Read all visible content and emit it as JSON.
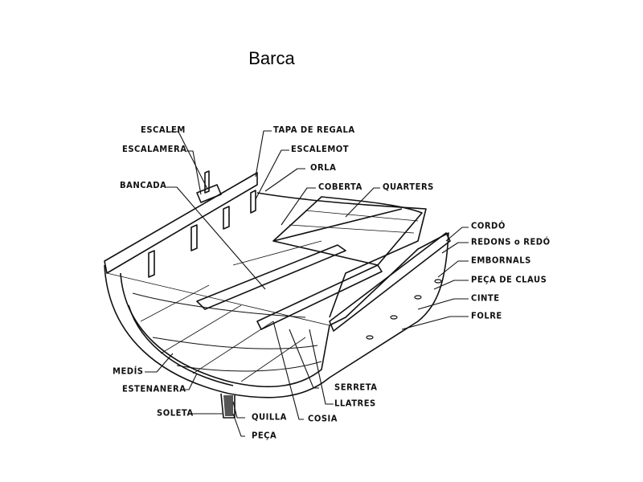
{
  "title": "Barca",
  "labels": {
    "escalem": "ESCALEM",
    "escalamera": "ESCALAMERA",
    "bancada": "BANCADA",
    "tapa_de_regala": "TAPA DE REGALA",
    "escalemot": "ESCALEMOT",
    "orla": "ORLA",
    "coberta": "COBERTA",
    "quarters": "QUARTERS",
    "cordo": "CORDÓ",
    "redons": "REDONS o REDÓ",
    "embornals": "EMBORNALS",
    "peca_de_claus": "PEÇA DE CLAUS",
    "cinte": "CINTE",
    "folre": "FOLRE",
    "medis": "MEDÍS",
    "estenanera": "ESTENANERA",
    "soleta": "SOLETA",
    "quilla": "QUILLA",
    "peca": "PEÇA",
    "serreta": "SERRETA",
    "llatres": "LLATRES",
    "cosia": "COSIA"
  }
}
